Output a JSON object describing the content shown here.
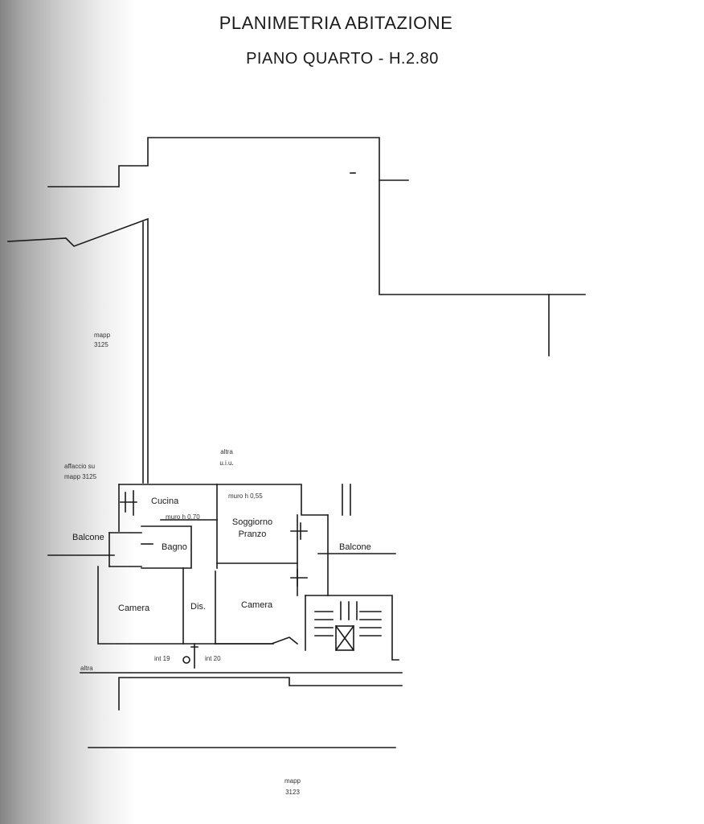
{
  "header": {
    "title": "PLANIMETRIA ABITAZIONE",
    "subtitle": "PIANO QUARTO - H.2.80"
  },
  "rooms": {
    "cucina": "Cucina",
    "bagno": "Bagno",
    "soggiorno_line1": "Soggiorno",
    "soggiorno_line2": "Pranzo",
    "camera_left": "Camera",
    "disimpegno": "Dis.",
    "camera_right": "Camera",
    "balcone_left": "Balcone",
    "balcone_right": "Balcone"
  },
  "annotations": {
    "altra_line1": "altra",
    "altra_line2": "u.i.u.",
    "mapp_3125_line1": "mapp",
    "mapp_3125_line2": "3125",
    "affaccio_line1": "affaccio su",
    "affaccio_line2": "mapp 3125",
    "mapp_3123_line1": "mapp",
    "mapp_3123_line2": "3123",
    "muro_cucina": "muro h 0,70",
    "muro_soggiorno": "muro h 0,55",
    "int_19": "int 19",
    "int_20": "int 20",
    "altra_side": "altra"
  }
}
